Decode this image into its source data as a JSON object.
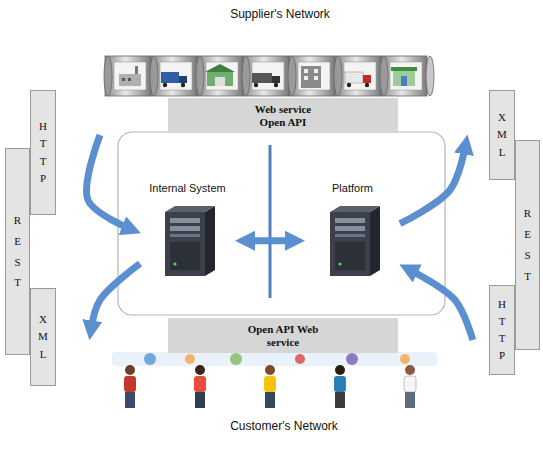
{
  "diagram": {
    "nodes": [
      {
        "text": [
          "Supplier's Network"
        ]
      },
      {
        "text": [
          "Web service Open API"
        ]
      },
      {
        "text": [
          "Internal System"
        ]
      },
      {
        "text": [
          "Platform"
        ]
      },
      {
        "text": [
          "Open API Web service"
        ]
      },
      {
        "text": [
          "Customer's Network"
        ]
      },
      {
        "text": [
          "HTTP"
        ]
      },
      {
        "text": [
          "REST"
        ]
      },
      {
        "text": [
          "XML"
        ]
      },
      {
        "text": [
          "XML"
        ]
      },
      {
        "text": [
          "REST"
        ]
      },
      {
        "text": [
          "HTTP"
        ]
      }
    ],
    "edges": [
      {
        "from": 0,
        "to": 2,
        "arrow": "to"
      },
      {
        "from": 2,
        "to": 5,
        "arrow": "to"
      },
      {
        "from": 3,
        "to": 0,
        "arrow": "to"
      },
      {
        "from": 5,
        "to": 3,
        "arrow": "to"
      },
      {
        "from": 2,
        "to": 3,
        "arrow": "both"
      }
    ]
  }
}
